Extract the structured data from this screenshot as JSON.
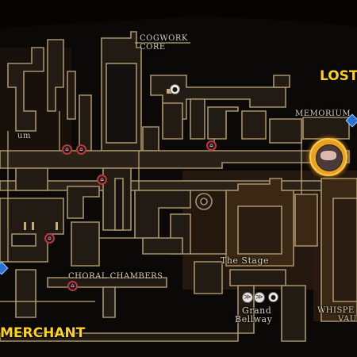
{
  "map": {
    "regions": {
      "cogwork_core_line1": "COGWORK",
      "cogwork_core_line2": "CORE",
      "lost_partial": "LOST",
      "memorium": "MEMORIUM",
      "um_partial": "um",
      "choral_chambers": "CHORAL CHAMBERS",
      "the_stage": "The Stage",
      "grand_bellway_line1": "Grand",
      "grand_bellway_line2": "Bellway",
      "whispering_vaults_line1": "WHISPE",
      "whispering_vaults_line2": "VAULT",
      "merchant_partial": "MERCHANT"
    },
    "icons": {
      "bench_pin": "bench-icon",
      "bellway_pin": "bellway-icon",
      "fast_travel": "ventrica-icon",
      "player_marker": "hornet-marker-icon"
    },
    "colors": {
      "background": "#050403",
      "room_fill": "#2a2118",
      "room_stroke": "#b39a6a",
      "highlight_yellow": "#ffd21a",
      "pin_red": "#b8393c",
      "diamond_blue": "#2e6fd1",
      "player_ring": "#e8a21b"
    }
  }
}
